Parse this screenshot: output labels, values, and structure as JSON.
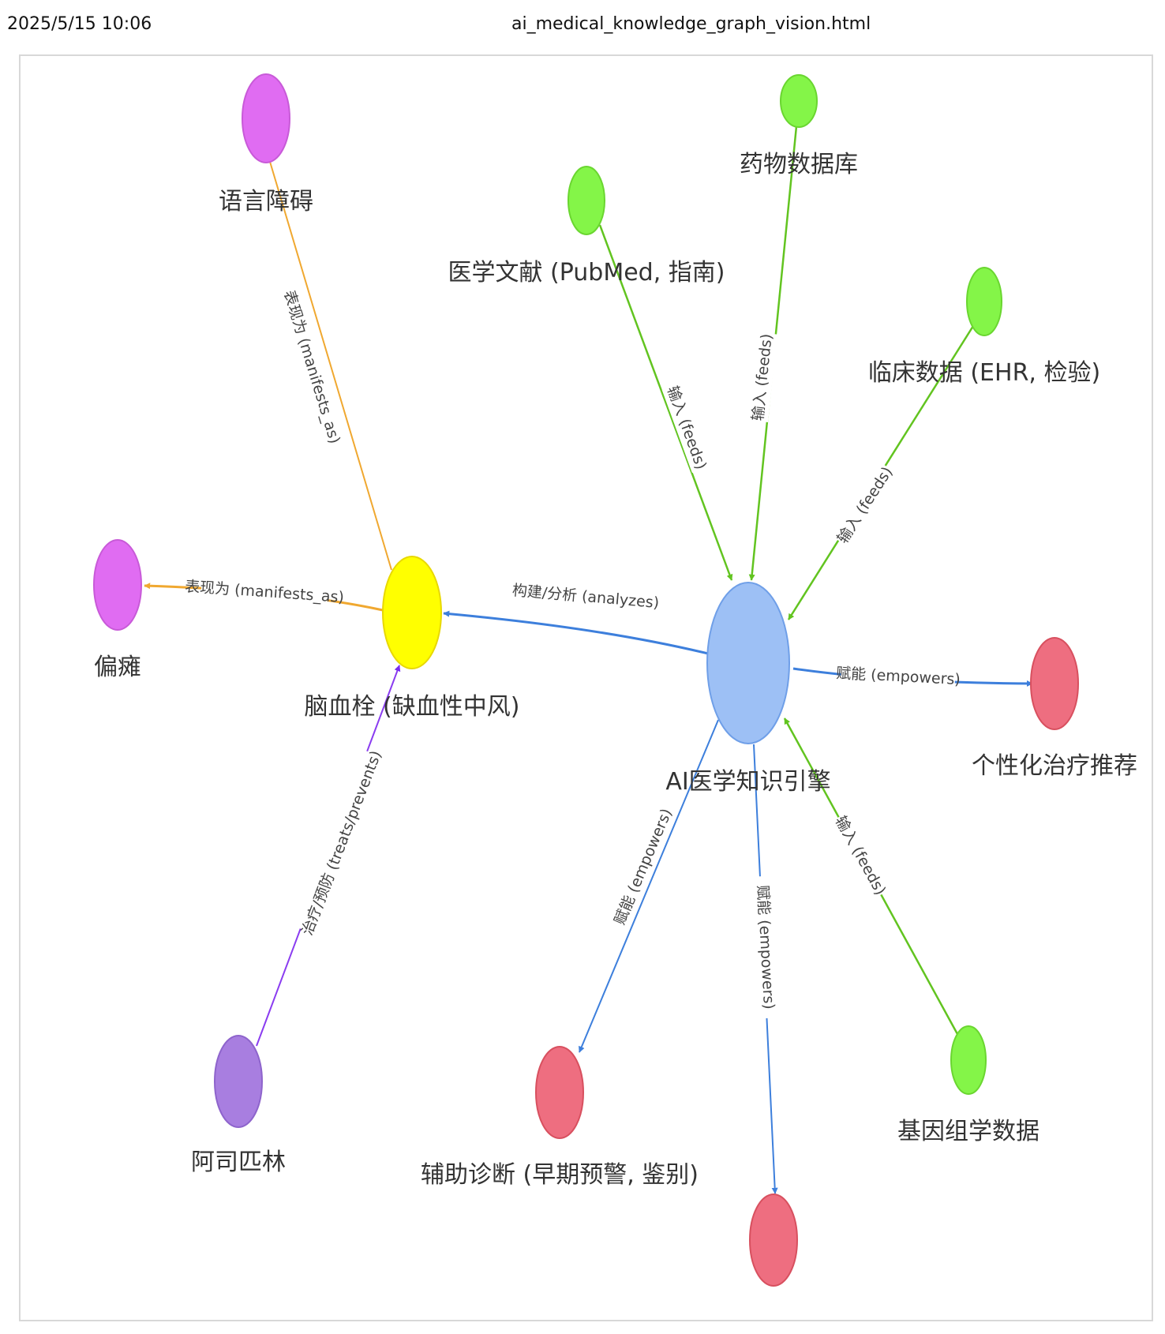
{
  "header": {
    "datetime": "2025/5/15 10:06",
    "filename": "ai_medical_knowledge_graph_vision.html"
  },
  "colors": {
    "ai_engine": "#9dc0f5",
    "disease": "#ffff00",
    "symptom": "#e06cf2",
    "data_source": "#84f548",
    "application": "#ee6e80",
    "drug": "#a87ee0",
    "feeds_edge": "#62c420",
    "empowers_edge": "#4a8ee6",
    "analyzes_edge": "#4a8ee6",
    "manifests_edge": "#f0a830",
    "treats_edge": "#8a3cf0"
  },
  "nodes": {
    "ai_engine": {
      "label": "AI医学知识引擎"
    },
    "stroke": {
      "label": "脑血栓 (缺血性中风)"
    },
    "aphasia": {
      "label": "语言障碍"
    },
    "hemiplegia": {
      "label": "偏瘫"
    },
    "aspirin": {
      "label": "阿司匹林"
    },
    "literature": {
      "label": "医学文献 (PubMed, 指南)"
    },
    "drug_db": {
      "label": "药物数据库"
    },
    "clinical_data": {
      "label": "临床数据 (EHR, 检验)"
    },
    "genomics": {
      "label": "基因组学数据"
    },
    "personalized": {
      "label": "个性化治疗推荐"
    },
    "diagnosis": {
      "label": "辅助诊断 (早期预警, 鉴别)"
    },
    "bottom_app": {
      "label": ""
    }
  },
  "edges": {
    "analyzes": {
      "label": "构建/分析 (analyzes)"
    },
    "manifests_aphasia": {
      "label": "表现为 (manifests_as)"
    },
    "manifests_hemiplegia": {
      "label": "表现为 (manifests_as)"
    },
    "treats": {
      "label": "治疗/预防 (treats/prevents)"
    },
    "feeds_literature": {
      "label": "输入 (feeds)"
    },
    "feeds_drug_db": {
      "label": "输入 (feeds)"
    },
    "feeds_clinical": {
      "label": "输入 (feeds)"
    },
    "feeds_genomics": {
      "label": "输入 (feeds)"
    },
    "empowers_personalized": {
      "label": "赋能 (empowers)"
    },
    "empowers_diagnosis": {
      "label": "赋能 (empowers)"
    },
    "empowers_bottom": {
      "label": "赋能 (empowers)"
    }
  }
}
